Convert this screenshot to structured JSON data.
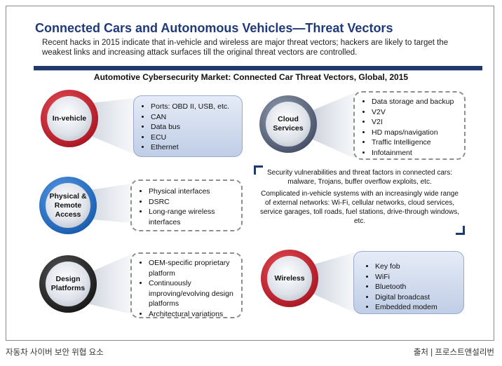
{
  "header": {
    "title": "Connected Cars and Autonomous Vehicles—Threat Vectors",
    "subtitle": "Recent hacks in 2015 indicate that in-vehicle and wireless are major threat vectors; hackers are likely to target the weakest links and increasing attack surfaces till the original threat vectors are controlled.",
    "chart_title": "Automotive Cybersecurity Market: Connected Car Threat Vectors, Global, 2015"
  },
  "vectors": {
    "in_vehicle": {
      "label": "In-vehicle",
      "ring_color": "#b01c28",
      "items": [
        "Ports: OBD II, USB, etc.",
        "CAN",
        "Data bus",
        "ECU",
        "Ethernet"
      ]
    },
    "physical": {
      "label": "Physical & Remote Access",
      "ring_color": "#1f63b5",
      "items": [
        "Physical interfaces",
        "DSRC",
        "Long-range wireless interfaces"
      ]
    },
    "design": {
      "label": "Design Platforms",
      "ring_color": "#1e1e1e",
      "items": [
        "OEM-specific proprietary platform",
        "Continuously improving/evolving design platforms",
        "Architectural variations"
      ]
    },
    "cloud": {
      "label": "Cloud Services",
      "ring_color": "#4d5870",
      "items": [
        "Data storage and backup",
        "V2V",
        "V2I",
        "HD maps/navigation",
        "Traffic Intelligence",
        "Infotainment"
      ]
    },
    "wireless": {
      "label": "Wireless",
      "ring_color": "#b01c28",
      "items": [
        "Key fob",
        "WiFi",
        "Bluetooth",
        "Digital broadcast",
        "Embedded modem"
      ]
    }
  },
  "callout": {
    "line1": "Security vulnerabilities and threat factors in connected cars: malware, Trojans, buffer overflow exploits, etc.",
    "line2": "Complicated in-vehicle systems with an increasingly wide range of external networks: Wi-Fi, cellular networks, cloud services, service garages, toll roads, fuel stations, drive-through windows, etc."
  },
  "footer": {
    "caption": "자동차 사이버 보안 위협 요소",
    "source": "출처 | 프로스트앤설리번"
  }
}
